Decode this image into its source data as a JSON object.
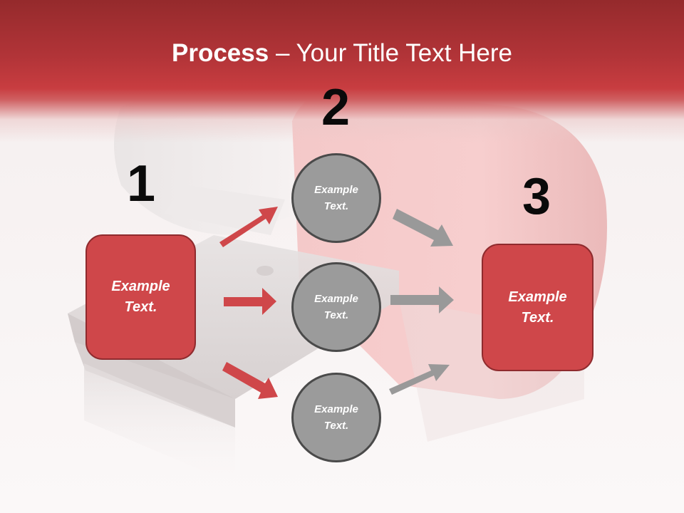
{
  "slide": {
    "title_bold": "Process",
    "title_rest": " – Your Title Text Here"
  },
  "steps": [
    {
      "number": "1",
      "box_line1": "Example",
      "box_line2": "Text."
    },
    {
      "number": "2",
      "circles": [
        {
          "line1": "Example",
          "line2": "Text."
        },
        {
          "line1": "Example",
          "line2": "Text."
        },
        {
          "line1": "Example",
          "line2": "Text."
        }
      ]
    },
    {
      "number": "3",
      "box_line1": "Example",
      "box_line2": "Text."
    }
  ],
  "colors": {
    "header_top": "#952a2c",
    "header_bottom": "#c83d40",
    "box_fill": "#cf474a",
    "box_border": "#8f2b2e",
    "circle_fill": "#9b9b9b",
    "circle_border": "#4a4a4a",
    "red_arrow": "#cf474a",
    "gray_arrow": "#999999"
  }
}
